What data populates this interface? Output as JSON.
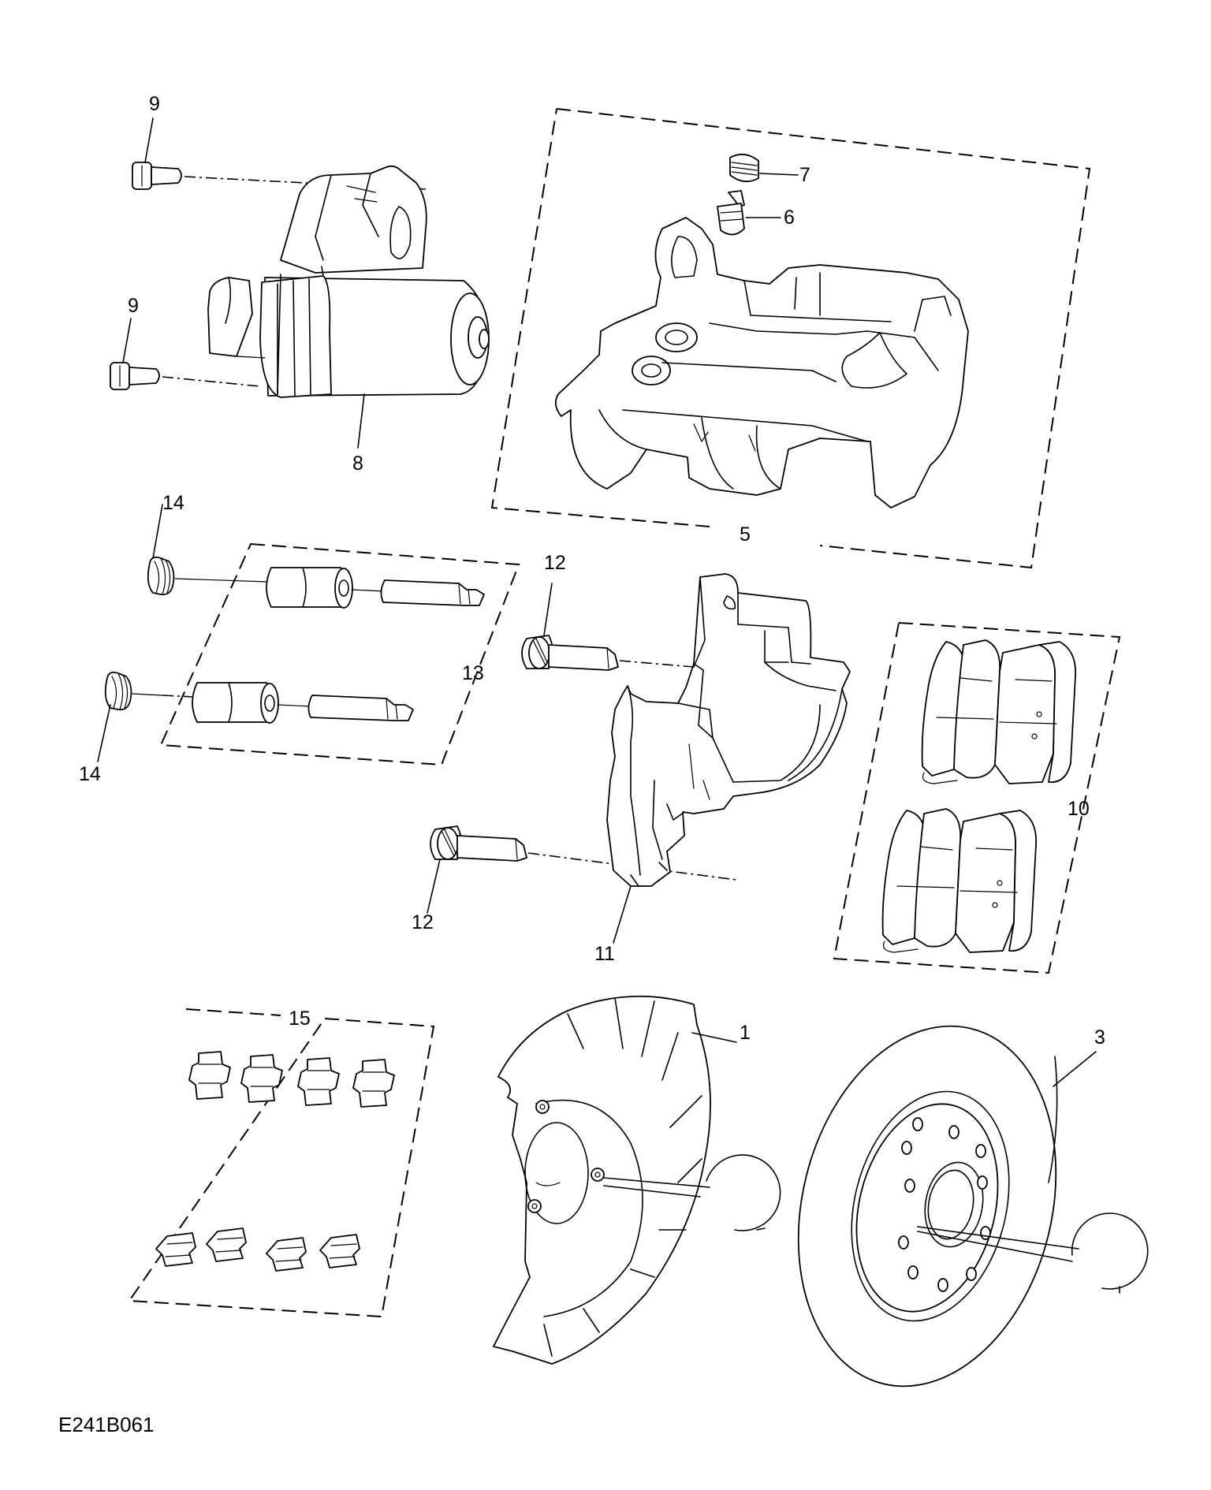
{
  "figure_code": "E241B061",
  "callouts": {
    "c1": "1",
    "c3": "3",
    "c5": "5",
    "c6": "6",
    "c7": "7",
    "c8": "8",
    "c9a": "9",
    "c9b": "9",
    "c10": "10",
    "c11": "11",
    "c12a": "12",
    "c12b": "12",
    "c13": "13",
    "c14a": "14",
    "c14b": "14",
    "c15": "15"
  }
}
